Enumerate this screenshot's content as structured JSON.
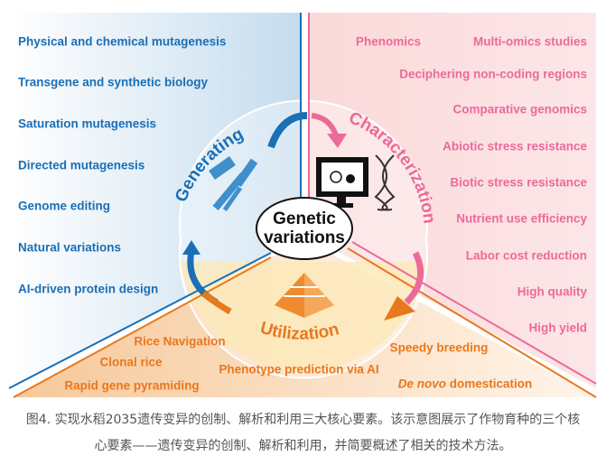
{
  "center": {
    "line1": "Genetic",
    "line2": "variations"
  },
  "generating": {
    "label": "Generating",
    "color": "#1a6fb5",
    "items": [
      "Physical and chemical mutagenesis",
      "Transgene and synthetic biology",
      "Saturation mutagenesis",
      "Directed mutagenesis",
      "Genome editing",
      "Natural variations",
      "AI-driven protein design"
    ]
  },
  "characterization": {
    "label": "Characterization",
    "color": "#ec6a9a",
    "items": [
      "Phenomics",
      "Multi-omics studies",
      "Deciphering non-coding regions",
      "Comparative genomics",
      "Abiotic stress resistance",
      "Biotic stress resistance",
      "Nutrient use efficiency",
      "Labor cost reduction",
      "High quality",
      "High yield"
    ]
  },
  "utilization": {
    "label": "Utilization",
    "color": "#e8781e",
    "items": [
      "Rice Navigation",
      "Clonal rice",
      "Rapid gene pyramiding",
      "Phenotype prediction via AI",
      "Speedy breeding"
    ],
    "de_novo_italic": "De novo",
    "de_novo_rest": " domestication"
  },
  "caption": {
    "line1": "图4. 实现水稻2035遗传变异的创制、解析和利用三大核心要素。该示意图展示了作物育种的三个核",
    "line2": "心要素——遗传变异的创制、解析和利用，并简要概述了相关的技术方法。"
  }
}
